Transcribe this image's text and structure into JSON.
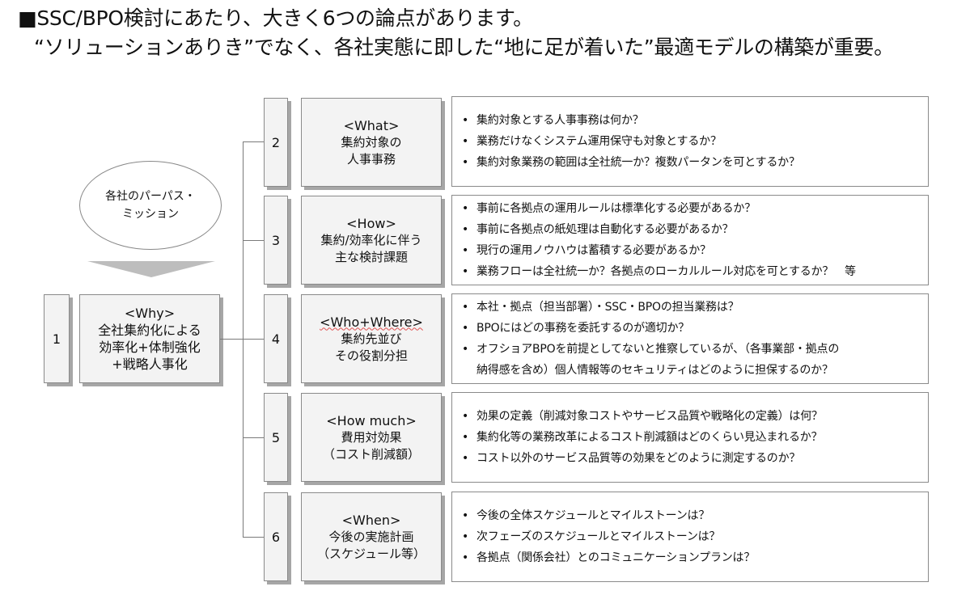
{
  "title": {
    "line1": "■SSC/BPO検討にあたり、大きく6つの論点があります。",
    "line2": "“ソリューションありき”でなく、各社実態に即した“地に足が着いた”最適モデルの構築が重要。"
  },
  "purpose": {
    "line1": "各社のパーパス・",
    "line2": "ミッション"
  },
  "why": {
    "number": "1",
    "head": "<Why>",
    "line1": "全社集約化による",
    "line2": "効率化+体制強化",
    "line3": "+戦略人事化"
  },
  "categories": [
    {
      "number": "2",
      "head": "<What>",
      "line1": "集約対象の",
      "line2": "人事事務",
      "questions": [
        "集約対象とする人事事務は何か？",
        "業務だけなくシステム運用保守も対象とするか？",
        "集約対象業務の範囲は全社統一か？複数パータンを可とするか？"
      ]
    },
    {
      "number": "3",
      "head": "<How>",
      "line1": "集約/効率化に伴う",
      "line2": "主な検討課題",
      "questions": [
        "事前に各拠点の運用ルールは標準化する必要があるか？",
        "事前に各拠点の紙処理は自動化する必要があるか？",
        "現行の運用ノウハウは蓄積する必要があるか？",
        "業務フローは全社統一か？各拠点のローカルルール対応を可とするか？　等"
      ]
    },
    {
      "number": "4",
      "head": "<Who+Where>",
      "line1": "集約先並び",
      "line2": "その役割分担",
      "questions": [
        "本社・拠点（担当部署）・SSC・BPOの担当業務は？",
        "BPOにはどの事務を委託するのが適切か？",
        "オフショアBPOを前提としてないと推察しているが、（各事業部・拠点の"
      ],
      "continuation": "納得感を含め）個人情報等のセキュリティはどのように担保するのか？"
    },
    {
      "number": "5",
      "head": "<How much>",
      "line1": "費用対効果",
      "line2": "（コスト削減額）",
      "questions": [
        "効果の定義（削減対象コストやサービス品質や戦略化の定義）は何？",
        "集約化等の業務改革によるコスト削減額はどのくらい見込まれるか？",
        "コスト以外のサービス品質等の効果をどのように測定するのか？"
      ]
    },
    {
      "number": "6",
      "head": "<When>",
      "line1": "今後の実施計画",
      "line2": "（スケジュール等）",
      "questions": [
        "今後の全体スケジュールとマイルストーンは？",
        "次フェーズのスケジュールとマイルストーンは？",
        "各拠点（関係会社）とのコミュニケーションプランは？"
      ]
    }
  ],
  "bullet_symbol": "•",
  "colors": {
    "box_fill": "#f3f3f3",
    "border": "#8a8a8a",
    "shadow": "#a6a6a6",
    "arrow": "#bdbdbd",
    "line": "#7a7a7a",
    "spellcheck": "#e05050"
  }
}
